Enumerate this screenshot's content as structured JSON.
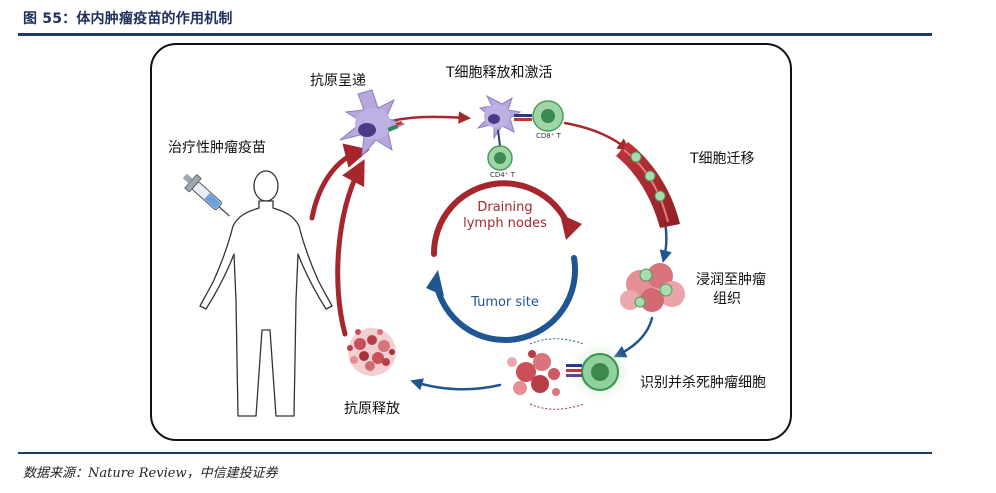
{
  "figure": {
    "title": "图 55：体内肿瘤疫苗的作用机制",
    "source": "数据来源：Nature Review，中信建投证券"
  },
  "steps": {
    "vaccine": "治疗性肿瘤疫苗",
    "presentation": "抗原呈递",
    "activation": "T细胞释放和激活",
    "migration": "T细胞迁移",
    "infiltration_line1": "浸润至肿瘤",
    "infiltration_line2": "组织",
    "recognition": "识别并杀死肿瘤细胞",
    "release": "抗原释放"
  },
  "cell_labels": {
    "cd8": "CD8⁺ T",
    "cd4": "CD4⁺ T"
  },
  "cycle": {
    "draining_line1": "Draining",
    "draining_line2": "lymph nodes",
    "tumor_site": "Tumor site",
    "colors": {
      "red": "#a5272d",
      "blue": "#1f5591"
    }
  }
}
